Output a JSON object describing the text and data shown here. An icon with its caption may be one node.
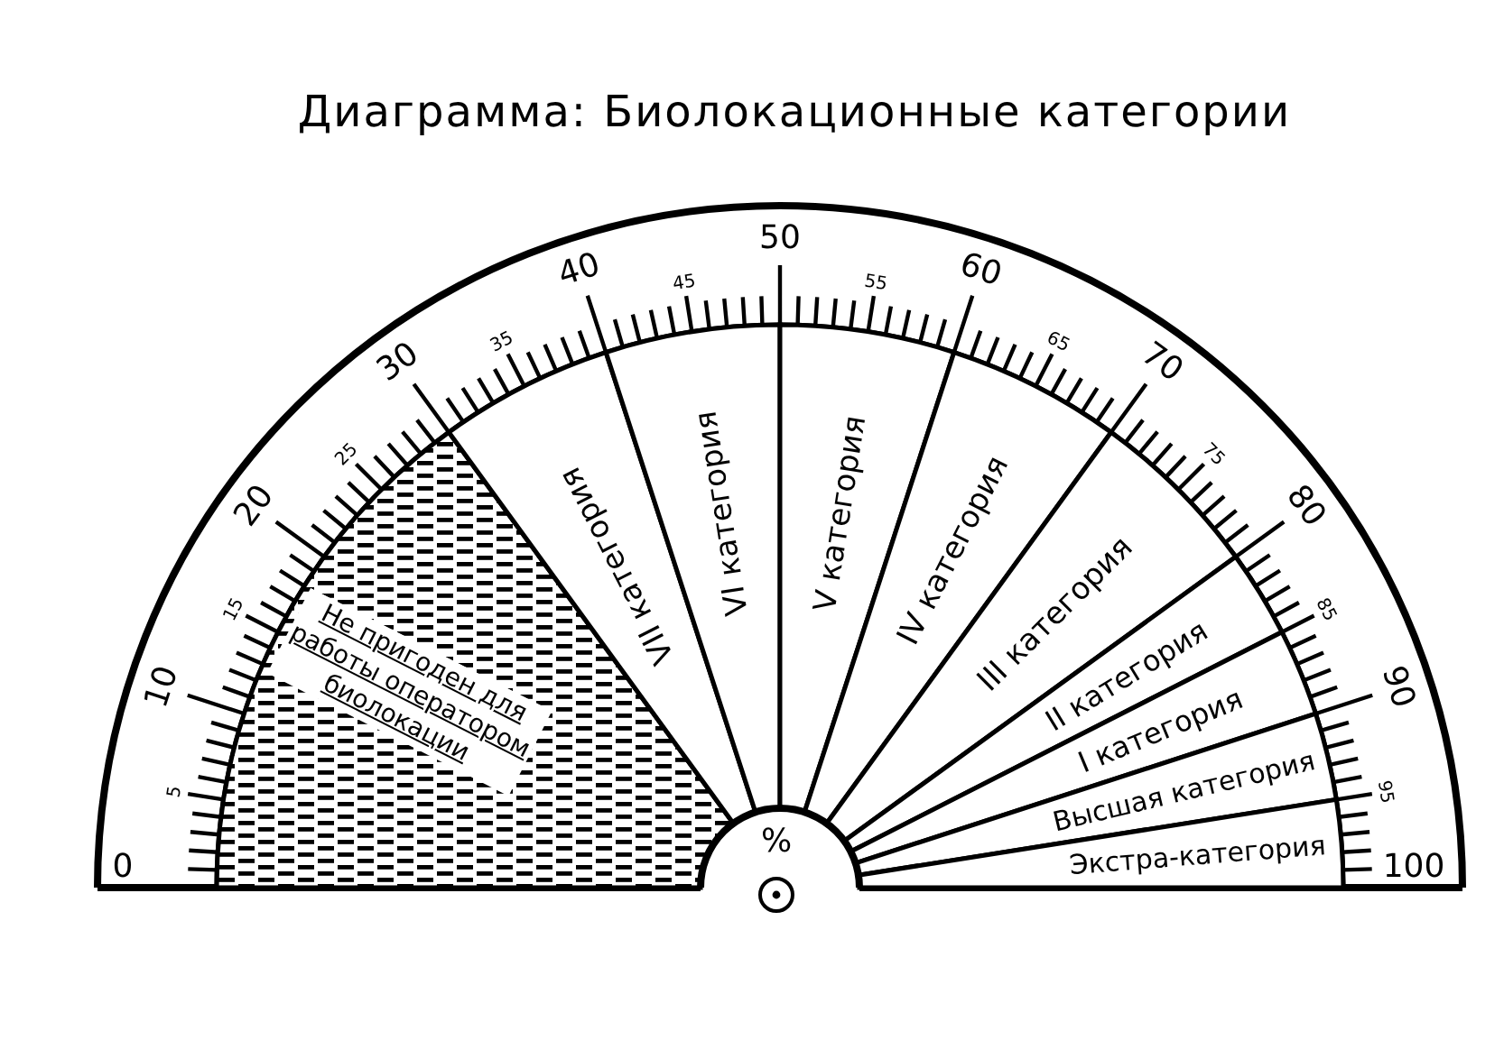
{
  "diagram": {
    "title": "Диаграмма: Биолокационные категории",
    "nodes": [
      {
        "text": [
          "Не пригоден для работы оператором биолокации"
        ]
      },
      {
        "text": [
          "VII категория"
        ]
      },
      {
        "text": [
          "VI категория"
        ]
      },
      {
        "text": [
          "V категория"
        ]
      },
      {
        "text": [
          "IV категория"
        ]
      },
      {
        "text": [
          "III категория"
        ]
      },
      {
        "text": [
          "II категория"
        ]
      },
      {
        "text": [
          "I категория"
        ]
      },
      {
        "text": [
          "Высшая категория"
        ]
      },
      {
        "text": [
          "Экстра-категория"
        ]
      },
      {
        "text": [
          "%"
        ]
      }
    ],
    "edges": [],
    "labels": [
      "0",
      "5",
      "10",
      "15",
      "20",
      "25",
      "30",
      "35",
      "40",
      "45",
      "50",
      "55",
      "60",
      "65",
      "70",
      "75",
      "80",
      "85",
      "90",
      "95",
      "100"
    ]
  }
}
